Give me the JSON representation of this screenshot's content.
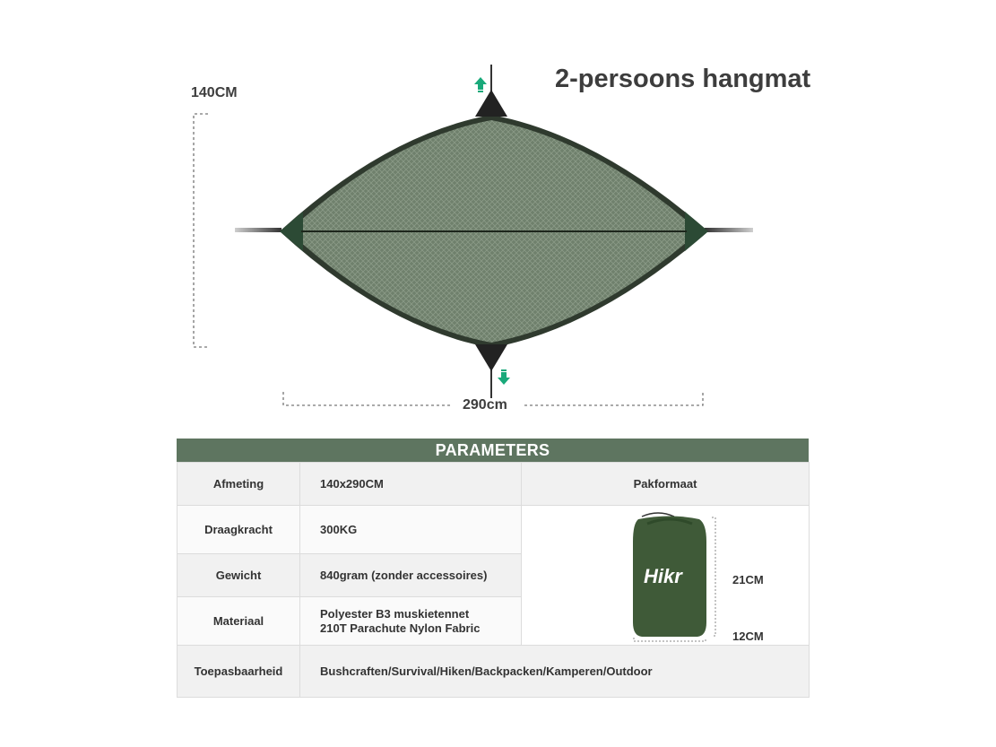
{
  "title": "2-persoons hangmat",
  "dimension_height": "140CM",
  "dimension_width": "290cm",
  "params": {
    "header": "PARAMETERS",
    "rows": [
      {
        "label": "Afmeting",
        "value": "140x290CM"
      },
      {
        "label": "Draagkracht",
        "value": "300KG"
      },
      {
        "label": "Gewicht",
        "value": "840gram (zonder accessoires)"
      },
      {
        "label": "Materiaal",
        "value_line1": "Polyester B3 muskietennet",
        "value_line2": "210T Parachute Nylon Fabric"
      },
      {
        "label": "Toepasbaarheid",
        "value": "Bushcraften/Survival/Hiken/Backpacken/Kamperen/Outdoor"
      }
    ],
    "pack_label": "Pakformaat",
    "pack_height": "21CM",
    "pack_width": "12CM",
    "brand": "Hikr"
  },
  "colors": {
    "header_green": "#5e7560",
    "fabric_green": "#6d7f6b",
    "bag_green": "#3f5a38",
    "arrow_teal": "#19a97a"
  }
}
